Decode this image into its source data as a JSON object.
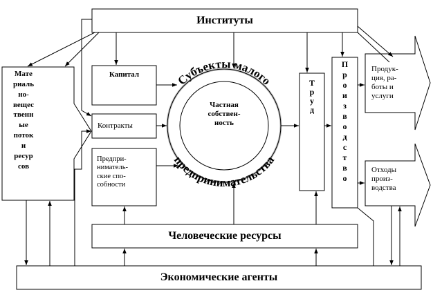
{
  "diagram": {
    "institutes": "Институты",
    "human_resources": "Человеческие ресурсы",
    "economic_agents": "Экономические агенты",
    "capital": "Капитал",
    "contracts": "Контракты",
    "entrepreneurial_abilities": "Предпри-\nниматель-\nские спо-\nсобности",
    "private_property": "Частная\nсобствен-\nность",
    "subjects_upper": "Субъекты малого",
    "subjects_lower": "предпринимательства",
    "material_flows": "Мате\nриаль\nно-\nвещес\nтвенн\nые\nпоток\nи\nресур\nсов",
    "labor": "Т\nр\nу\nд",
    "production": "П\nр\nо\nи\nз\nв\nо\nд\nс\nт\nв\nо",
    "products": "Продук-\nция, ра-\nботы и\nуслуги",
    "waste": "Отходы\nпроиз-\nводства"
  }
}
